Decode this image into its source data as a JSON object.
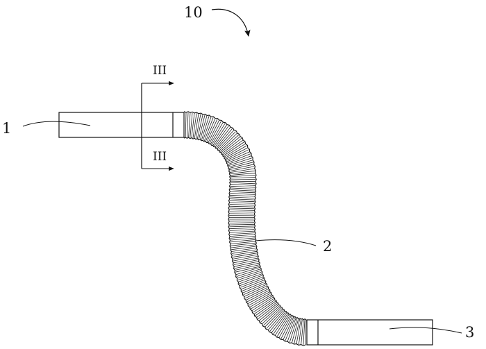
{
  "figure": {
    "assembly_ref": "10",
    "part_refs": {
      "inlet_pipe": "1",
      "bellows": "2",
      "outlet_pipe": "3"
    },
    "section_label_top": "III",
    "section_label_bottom": "III"
  },
  "colors": {
    "ink": "#111111",
    "background": "#ffffff"
  }
}
